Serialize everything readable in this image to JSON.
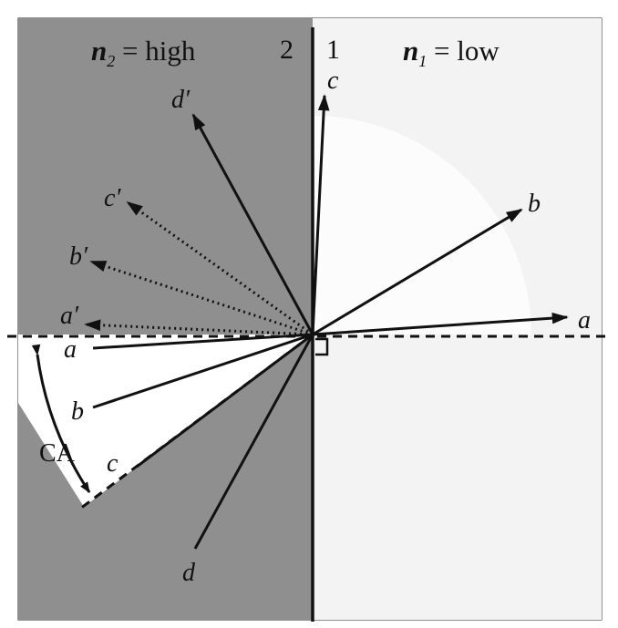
{
  "medium2": {
    "symbol": "n",
    "subscript": "2",
    "rest": " = high",
    "number": "2",
    "fill": "#8f8f8f"
  },
  "medium1": {
    "symbol": "n",
    "subscript": "1",
    "rest": " = low",
    "number": "1",
    "fill": "#f3f3f3"
  },
  "rays": {
    "incident": [
      "a",
      "b",
      "c",
      "d"
    ],
    "refracted": [
      "a",
      "b",
      "c"
    ],
    "reflected": [
      "a′",
      "b′",
      "c′",
      "d′"
    ]
  },
  "critical_angle_label": "CA"
}
